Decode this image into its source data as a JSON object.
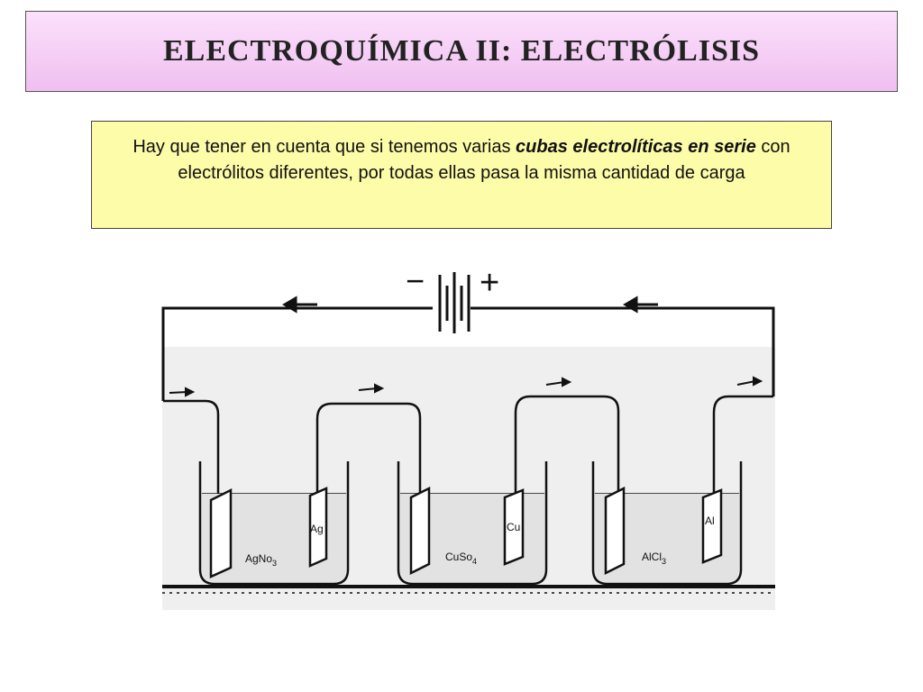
{
  "title": "ELECTROQUÍMICA II:  ELECTRÓLISIS",
  "note": {
    "part1": "Hay que tener en cuenta que si tenemos varias ",
    "em1": "cubas electrolíticas en serie",
    "part2": " con electrólitos diferentes, por todas ellas pasa la misma cantidad  de carga"
  },
  "diagram": {
    "battery": {
      "negative": "−",
      "positive": "+"
    },
    "cells": [
      {
        "electrolyte": "AgNo",
        "electrolyte_sub": "3",
        "electrode": "Ag"
      },
      {
        "electrolyte": "CuSo",
        "electrolyte_sub": "4",
        "electrode": "Cu"
      },
      {
        "electrolyte": "AlCl",
        "electrolyte_sub": "3",
        "electrode": "Al"
      }
    ]
  }
}
